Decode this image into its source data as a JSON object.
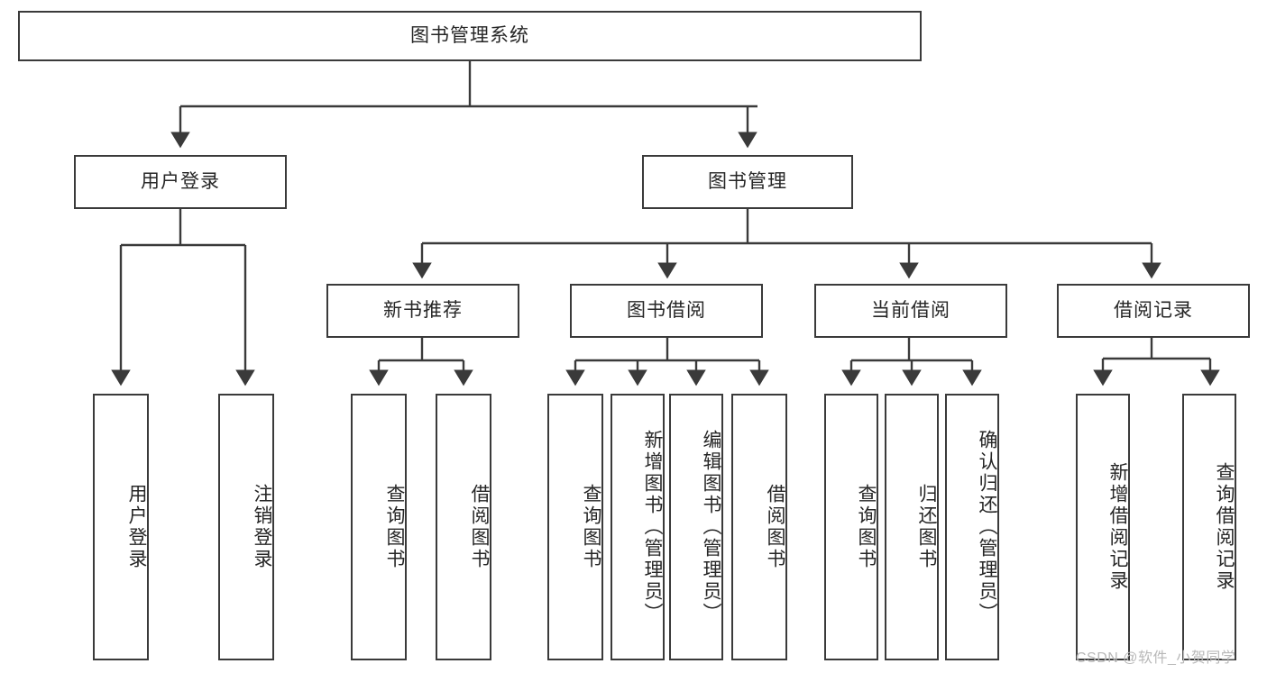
{
  "diagram": {
    "type": "hierarchy-tree",
    "title": "图书管理系统",
    "root": {
      "label": "图书管理系统"
    },
    "level1": [
      {
        "label": "用户登录"
      },
      {
        "label": "图书管理"
      }
    ],
    "level2": [
      {
        "label": "新书推荐"
      },
      {
        "label": "图书借阅"
      },
      {
        "label": "当前借阅"
      },
      {
        "label": "借阅记录"
      }
    ],
    "leaves": {
      "user_login": [
        {
          "label": "用户登录"
        },
        {
          "label": "注销登录"
        }
      ],
      "new_book_recommend": [
        {
          "label": "查询图书"
        },
        {
          "label": "借阅图书"
        }
      ],
      "book_borrow": [
        {
          "label": "查询图书"
        },
        {
          "label": "新增图书（管理员）"
        },
        {
          "label": "编辑图书（管理员）"
        },
        {
          "label": "借阅图书"
        }
      ],
      "current_borrow": [
        {
          "label": "查询图书"
        },
        {
          "label": "归还图书"
        },
        {
          "label": "确认归还（管理员）"
        }
      ],
      "borrow_record": [
        {
          "label": "新增借阅记录"
        },
        {
          "label": "查询借阅记录"
        }
      ]
    }
  },
  "watermark": {
    "text": "CSDN @软件_小贺同学"
  },
  "colors": {
    "stroke": "#3a3a3a",
    "text": "#262626",
    "background": "#ffffff",
    "watermark": "#b8b8b8"
  }
}
